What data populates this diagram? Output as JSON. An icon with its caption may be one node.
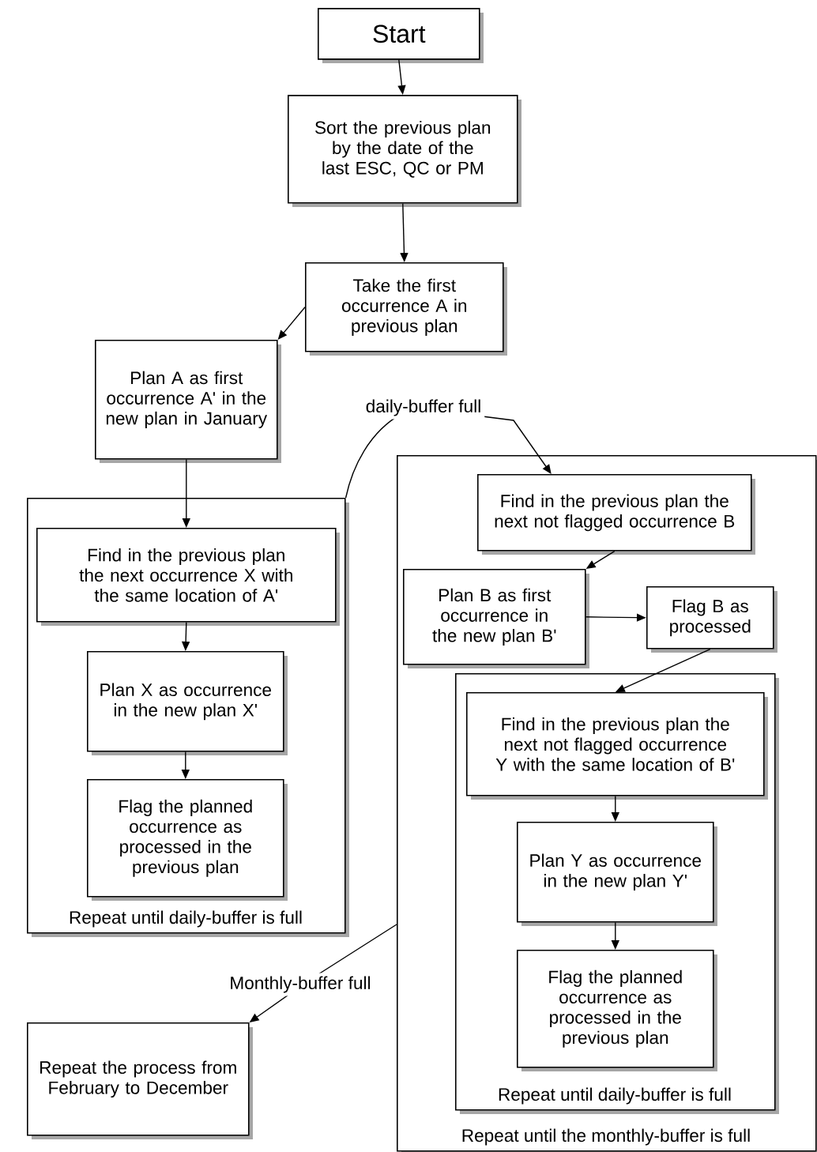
{
  "diagram": {
    "nodes": [
      {
        "text": [
          "Start"
        ]
      },
      {
        "text": [
          "Sort the previous plan by the date of the last ESC, QC or PM"
        ]
      },
      {
        "text": [
          "Take the first occurrence A in previous plan"
        ]
      },
      {
        "text": [
          "Plan  A as first occurrence A' in the new plan in January"
        ]
      },
      {
        "text": [
          "Repeat until daily-buffer is full"
        ]
      },
      {
        "text": [
          "Find in the previous plan the next occurrence X with the same location of A'"
        ],
        "in": 4
      },
      {
        "text": [
          "Plan X as occurrence in the new plan X'"
        ],
        "in": 4
      },
      {
        "text": [
          "Flag the planned occurrence as processed in the previous plan"
        ],
        "in": 4
      },
      {
        "text": [
          "Repeat until the monthly-buffer is full"
        ]
      },
      {
        "text": [
          "Find in the previous plan the next not flagged occurrence B"
        ],
        "in": 8
      },
      {
        "text": [
          "Plan  B as first occurrence in the new plan B'"
        ],
        "in": 8
      },
      {
        "text": [
          "Flag B as processed"
        ],
        "in": 8
      },
      {
        "text": [
          "Repeat until daily-buffer is full"
        ],
        "in": 8
      },
      {
        "text": [
          "Find in the previous plan the next not flagged occurrence Y with the same location of B'"
        ],
        "in": 12
      },
      {
        "text": [
          "Plan Y as occurrence in the new plan Y'"
        ],
        "in": 12
      },
      {
        "text": [
          "Flag the planned occurrence as processed in the previous plan"
        ],
        "in": 12
      },
      {
        "text": [
          "Repeat the process from February to December"
        ]
      }
    ],
    "edges": [
      {
        "from": 0,
        "to": 1,
        "arrow": "to"
      },
      {
        "from": 1,
        "to": 2,
        "arrow": "to"
      },
      {
        "from": 2,
        "to": 3,
        "arrow": "to"
      },
      {
        "from": 3,
        "to": 5,
        "arrow": "to"
      },
      {
        "from": 5,
        "to": 6,
        "arrow": "to"
      },
      {
        "from": 6,
        "to": 7,
        "arrow": "to"
      },
      {
        "from": 4,
        "to": 9,
        "arrow": "to",
        "label": "daily-buffer full"
      },
      {
        "from": 9,
        "to": 10,
        "arrow": "to"
      },
      {
        "from": 10,
        "to": 11,
        "arrow": "to"
      },
      {
        "from": 11,
        "to": 13,
        "arrow": "to"
      },
      {
        "from": 13,
        "to": 14,
        "arrow": "to"
      },
      {
        "from": 14,
        "to": 15,
        "arrow": "to"
      },
      {
        "from": 8,
        "to": 16,
        "arrow": "to",
        "label": "Monthly-buffer full"
      }
    ]
  }
}
